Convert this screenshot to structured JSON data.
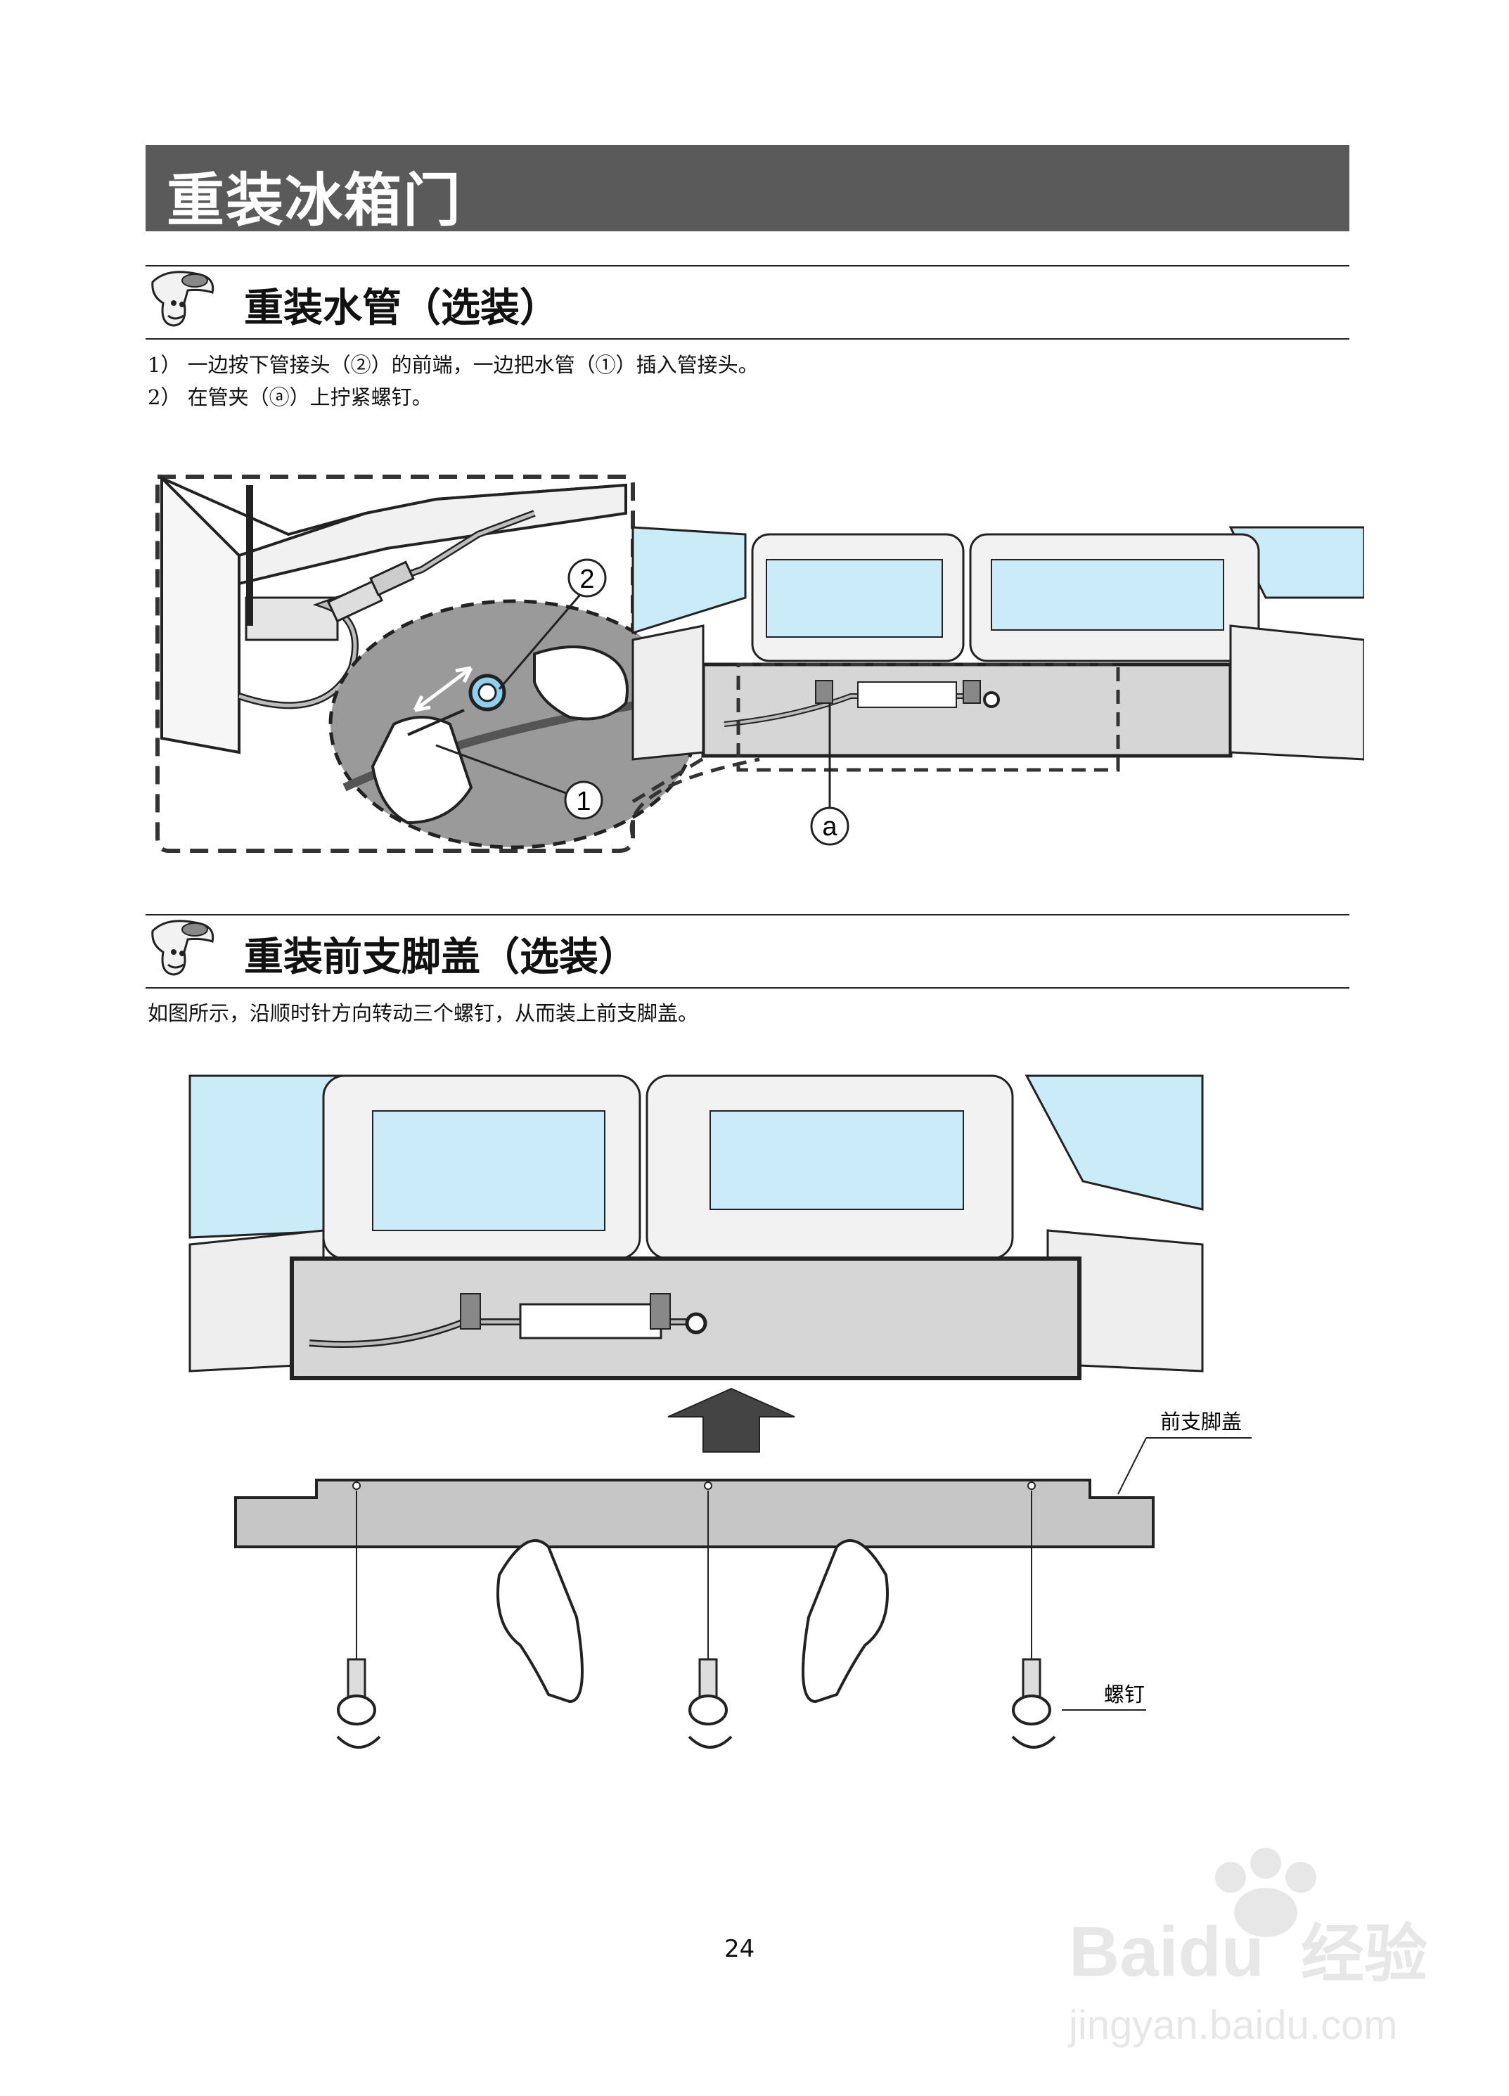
{
  "header": {
    "title": "重装冰箱门"
  },
  "section1": {
    "title": "重装水管（选装）",
    "steps": [
      "1）  一边按下管接头（②）的前端，一边把水管（①）插入管接头。",
      "2）  在管夹（ⓐ）上拧紧螺钉。"
    ],
    "callouts": {
      "two": "2",
      "one": "1",
      "a": "a"
    }
  },
  "section2": {
    "title": "重装前支脚盖（选装）",
    "text": "如图所示，沿顺时针方向转动三个螺钉，从而装上前支脚盖。",
    "labels": {
      "cover": "前支脚盖",
      "screw": "螺钉"
    }
  },
  "footer": {
    "page_number": "24"
  },
  "watermark": {
    "brand": "Baidu",
    "brand_cn": "经验",
    "url": "jingyan.baidu.com"
  },
  "icons": [
    "mascot-icon",
    "arrow-up-icon",
    "rotate-clockwise-icon",
    "screw-icon",
    "hand-icon"
  ]
}
